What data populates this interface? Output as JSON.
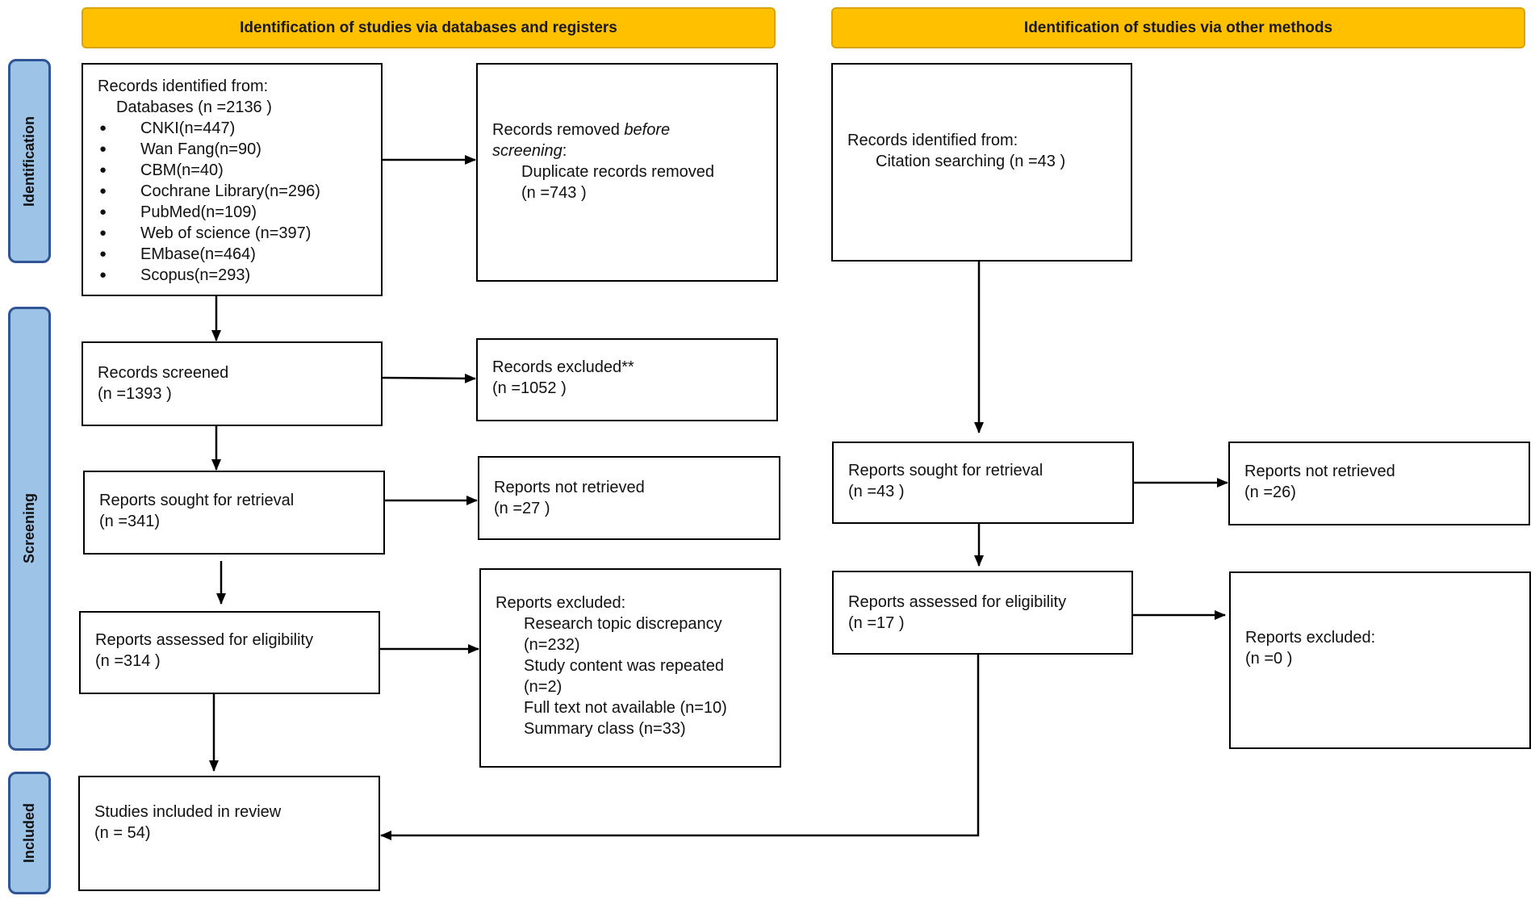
{
  "headers": {
    "left": "Identification of studies via databases and registers",
    "right": "Identification of studies via other methods"
  },
  "phases": {
    "identification": "Identification",
    "screening": "Screening",
    "included": "Included"
  },
  "colors": {
    "header_fill": "#ffc000",
    "phase_fill": "#9dc3e6",
    "phase_border": "#2f5597"
  },
  "db": {
    "identified": {
      "title": "Records identified from:",
      "subtitle": "Databases (n =2136 )",
      "sources": [
        "CNKI(n=447)",
        "Wan Fang(n=90)",
        "CBM(n=40)",
        "Cochrane Library(n=296)",
        "PubMed(n=109)",
        "Web of science (n=397)",
        "EMbase(n=464)",
        "Scopus(n=293)"
      ]
    },
    "removed": {
      "prefix": "Records removed ",
      "italic1": "before",
      "italic2": "screening",
      "suffix": ":",
      "item": "Duplicate records removed",
      "count": "(n =743 )"
    },
    "screened": {
      "label": "Records screened",
      "count": "(n =1393 )"
    },
    "excluded": {
      "label": "Records excluded**",
      "count": "(n =1052 )"
    },
    "sought": {
      "label": "Reports sought for retrieval",
      "count": "(n =341)"
    },
    "not_retrieved": {
      "label": "Reports not retrieved",
      "count": "(n =27 )"
    },
    "assessed": {
      "label": "Reports assessed for eligibility",
      "count": "(n =314 )"
    },
    "reports_excluded": {
      "title": "Reports excluded:",
      "lines": [
        "Research topic discrepancy",
        "(n=232)",
        "Study content was repeated",
        "(n=2)",
        "Full text not available  (n=10)",
        "Summary class  (n=33)"
      ]
    },
    "included": {
      "label": "Studies included in review",
      "count": "(n = 54)"
    }
  },
  "other": {
    "identified": {
      "title": "Records identified from:",
      "item": "Citation searching (n =43 )"
    },
    "sought": {
      "label": "Reports sought for retrieval",
      "count": "(n =43 )"
    },
    "not_retrieved": {
      "label": "Reports not retrieved",
      "count": "(n =26)"
    },
    "assessed": {
      "label": "Reports assessed for eligibility",
      "count": "(n =17 )"
    },
    "excluded": {
      "title": "Reports excluded:",
      "count": "(n =0 )"
    }
  }
}
